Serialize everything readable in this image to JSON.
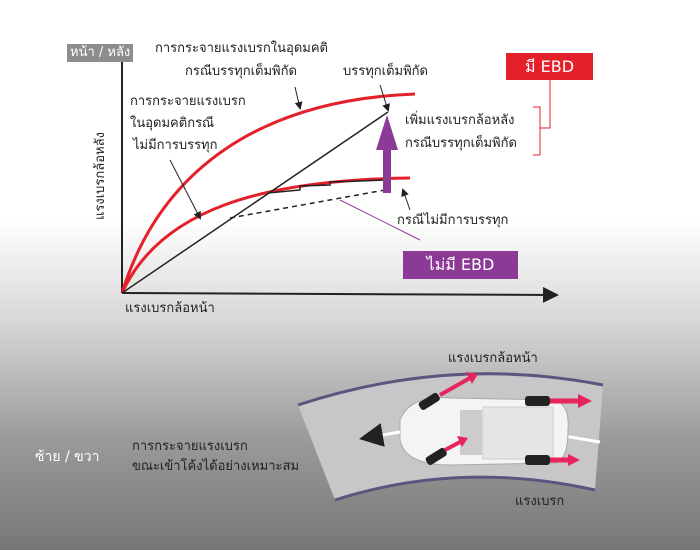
{
  "chart": {
    "y_axis_badge": "หน้า / หลัง",
    "y_axis_label": "แรงเบรกล้อหลัง",
    "x_axis_label": "แรงเบรกล้อหน้า",
    "ideal_full_load_label": [
      "การกระจายแรงเบรกในอุดมคติ",
      "กรณีบรรทุกเต็มพิกัด"
    ],
    "full_load_label": "บรรทุกเต็มพิกัด",
    "ideal_no_load_label": [
      "การกระจายแรงเบรก",
      "ในอุดมคติกรณี",
      "ไม่มีการบรรทุก"
    ],
    "increase_label": [
      "เพิ่มแรงเบรกล้อหลัง",
      "กรณีบรรทุกเต็มพิกัด"
    ],
    "no_load_label": "กรณีไม่มีการบรรทุก",
    "with_ebd": "มี EBD",
    "without_ebd": "ไม่มี EBD",
    "colors": {
      "red": "#e4202a",
      "purple": "#8b3a96"
    }
  },
  "cornering": {
    "side_label": "ซ้าย / ขวา",
    "description": [
      "การกระจายแรงเบรก",
      "ขณะเข้าโค้งได้อย่างเหมาะสม"
    ],
    "front_force_label": "แรงเบรกล้อหน้า",
    "brake_force_label": "แรงเบรก"
  }
}
